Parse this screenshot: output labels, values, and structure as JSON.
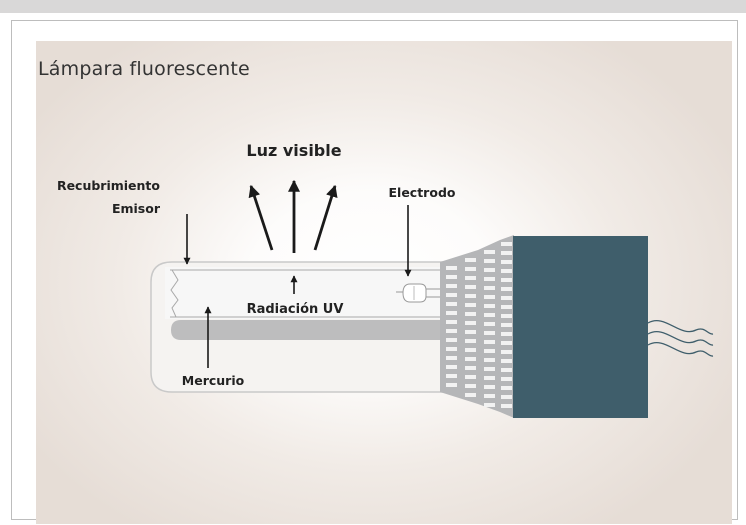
{
  "title": "Lámpara fluorescente",
  "labels": {
    "visible_light": "Luz visible",
    "coating_line1": "Recubrimiento",
    "coating_line2": "Emisor",
    "electrode": "Electrodo",
    "uv_radiation": "Radiación UV",
    "mercury": "Mercurio"
  },
  "colors": {
    "base": "#3f5e6b",
    "ribs": "#b5b6b8",
    "tube_glass": "#f4f3f2",
    "mercury_rod": "#bdbdbe",
    "arrows": "#1a1a1a"
  }
}
